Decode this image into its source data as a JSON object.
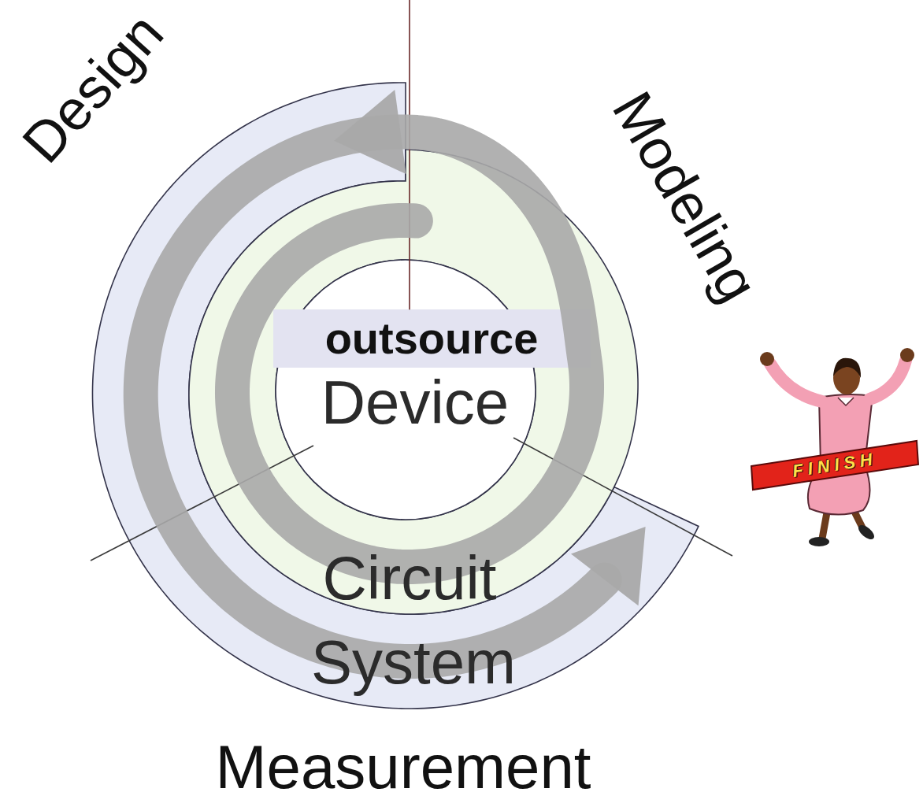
{
  "diagram": {
    "nodes": [
      {
        "text": [
          "System"
        ]
      },
      {
        "text": [
          "Circuit"
        ],
        "in": 0
      },
      {
        "text": [
          "Device"
        ],
        "in": 1
      },
      {
        "text": [
          "outsource"
        ],
        "in": 1
      }
    ],
    "labels": [
      "Design",
      "Modeling",
      "Measurement",
      "FINISH"
    ]
  }
}
